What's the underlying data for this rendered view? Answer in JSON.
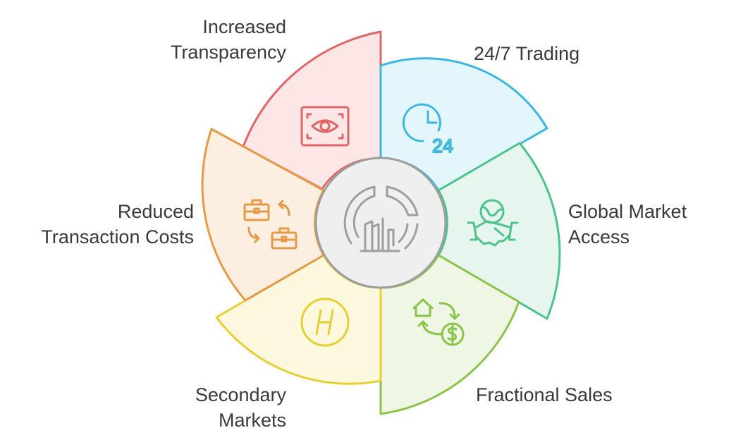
{
  "segments": [
    {
      "id": "transparency",
      "lines": [
        "Increased",
        "Transparency"
      ],
      "icon": "eye-scan-icon",
      "stroke": "#E06666",
      "fill": "#FDE6E6"
    },
    {
      "id": "trading",
      "lines": [
        "24/7 Trading"
      ],
      "icon": "clock-24-icon",
      "stroke": "#3BB6E3",
      "fill": "#E3F6FC"
    },
    {
      "id": "global",
      "lines": [
        "Global Market",
        "Access"
      ],
      "icon": "globe-handshake-icon",
      "stroke": "#4CC38A",
      "fill": "#E6F6EE"
    },
    {
      "id": "fractional",
      "lines": [
        "Fractional Sales"
      ],
      "icon": "house-dollar-exchange-icon",
      "stroke": "#8BC34A",
      "fill": "#EFF7E4"
    },
    {
      "id": "secondary",
      "lines": [
        "Secondary",
        "Markets"
      ],
      "icon": "h-coin-icon",
      "stroke": "#E5CF33",
      "fill": "#FCF8DD"
    },
    {
      "id": "costs",
      "lines": [
        "Reduced",
        "Transaction Costs"
      ],
      "icon": "briefcase-exchange-icon",
      "stroke": "#E59A45",
      "fill": "#FCEFE2"
    }
  ],
  "center": {
    "icon": "chart-gauge-icon",
    "stroke": "#9E9E9E",
    "fill": "#EFEFEF"
  }
}
